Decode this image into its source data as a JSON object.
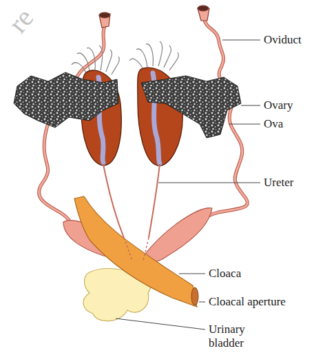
{
  "diagram": {
    "labels": [
      "re",
      "Oviduct",
      "Ovary",
      "Ova",
      "Ureter",
      "Cloaca",
      "Cloacal aperture",
      "Urinary bladder"
    ]
  }
}
